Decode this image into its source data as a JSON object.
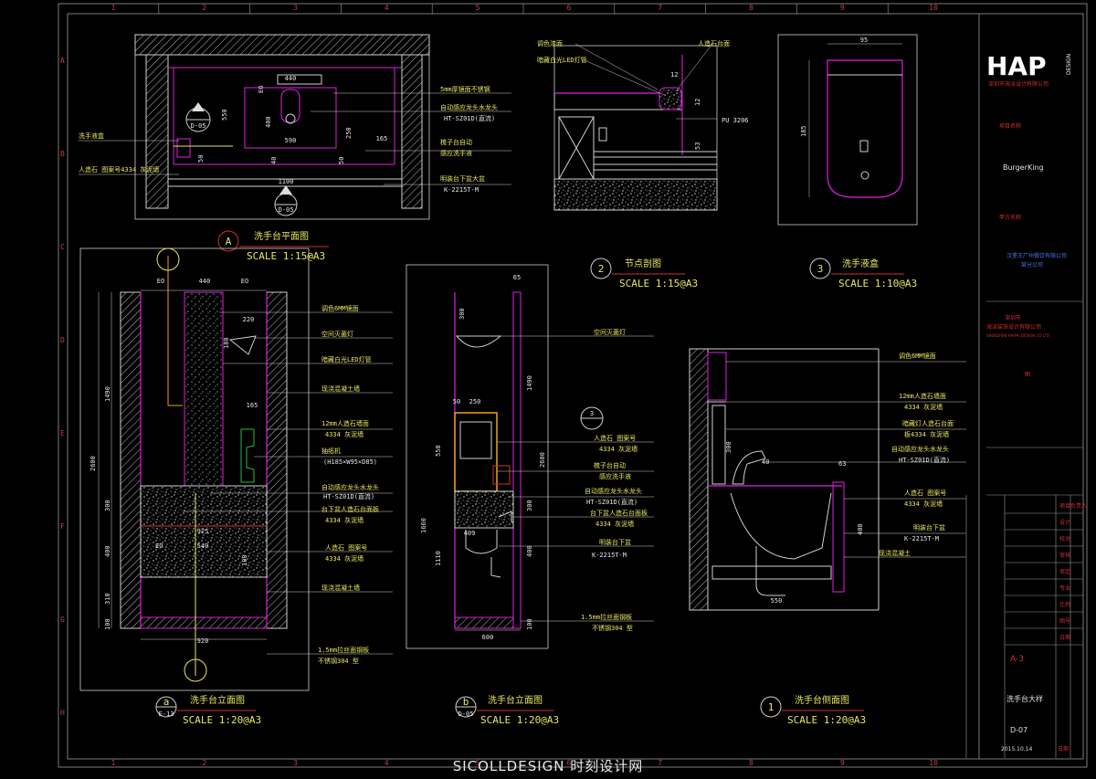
{
  "grid": {
    "columns": [
      "1",
      "2",
      "3",
      "4",
      "5",
      "6",
      "7",
      "8",
      "9",
      "10"
    ],
    "rows": [
      "A",
      "B",
      "C",
      "D",
      "E",
      "F",
      "G",
      "H"
    ]
  },
  "views": {
    "plan": {
      "title": "洗手台平面图",
      "scale": "SCALE 1:15@A3",
      "marker": "A"
    },
    "section": {
      "title": "节点剖图",
      "scale": "SCALE 1:15@A3",
      "marker": "2"
    },
    "dispenser": {
      "title": "洗手液盒",
      "scale": "SCALE 1:10@A3",
      "marker": "3"
    },
    "elev_a": {
      "title": "洗手台立面图",
      "scale": "SCALE 1:20@A3",
      "marker": "a",
      "sub": "E-13"
    },
    "elev_b": {
      "title": "洗手台立面图",
      "scale": "SCALE 1:20@A3",
      "marker": "b",
      "sub": "D-05"
    },
    "side": {
      "title": "洗手台侧面图",
      "scale": "SCALE 1:20@A3",
      "marker": "1"
    }
  },
  "plan_labels": {
    "callout_top": "D-05",
    "callout_bottom": "D-05",
    "l1": "洗手液盒",
    "l2": "人造石  图案号4334  灰泥墙",
    "r1": "5mm厚镜面不锈钢",
    "r2": "自动感应龙头水龙头",
    "r3": "HT-SZ01D(直流)",
    "r4": "梳子台自动",
    "r5": "感应洗手液",
    "r6": "明装台下盆大盆",
    "r7": "K-2215T-M",
    "d440": "440",
    "d550": "550",
    "d400": "400",
    "d590": "590",
    "d250": "250",
    "d165": "165",
    "d50": "50",
    "d1100": "1100",
    "d40": "40",
    "deo": "EO"
  },
  "section_labels": {
    "l1": "调色漆面",
    "l2": "暗藏白光LED灯管",
    "l3": "人造石台面",
    "pu": "PU 3206",
    "d12a": "12",
    "d12b": "12",
    "d53": "53"
  },
  "dispenser_labels": {
    "w": "95",
    "h": "185"
  },
  "elev_a_labels": {
    "d440": "440",
    "deo1": "EO",
    "deo2": "EO",
    "d220": "220",
    "d180": "180",
    "d165": "165",
    "d1490": "1490",
    "d2600": "2600",
    "d300": "300",
    "d400": "400",
    "d310": "310",
    "d100": "100",
    "d925": "925",
    "d540": "540",
    "d920": "920",
    "d100b": "100",
    "deo3": "EO",
    "r1": "调色6MM镜面",
    "r2": "空间灭菌灯",
    "r3": "暗藏白光LED灯管",
    "r4": "现浇混凝土墙",
    "r5": "12mm人造石墙面",
    "r6": "4334  灰泥墙",
    "r7": "抽纸机",
    "r8": "(H185×W95×D85)",
    "r9": "自动感应龙头水龙头",
    "r10": "HT-SZ01D(直流)",
    "r11": "台下盆人造石台面板",
    "r12": "4334  灰泥墙",
    "r13": "人造石  图案号",
    "r14": "4334  灰泥墙",
    "r15": "现浇混凝土墙",
    "r16": "1.5mm拉丝面钢板",
    "r17": "不锈钢304 型"
  },
  "elev_b_labels": {
    "d65": "65",
    "d300": "300",
    "d1490": "1490",
    "d2600": "2600",
    "d50": "50",
    "d250": "250",
    "d550": "550",
    "d1660": "1660",
    "d1110": "1110",
    "d400": "400",
    "d300b": "300",
    "d409": "409",
    "d600": "600",
    "d100": "100",
    "callout": "3",
    "r1": "空间灭菌灯",
    "r2": "人造石  图案号",
    "r3": "4334  灰泥墙",
    "r4": "梳子台自动",
    "r5": "感应洗手液",
    "r6": "自动感应龙头水龙头",
    "r7": "HT-SZ01D(直流)",
    "r8": "台下盆人造石台面板",
    "r9": "4334  灰泥墙",
    "r10": "明装台下盆",
    "r11": "K-2215T-M",
    "r12": "1.5mm拉丝面钢板",
    "r13": "不锈钢304 型"
  },
  "side_labels": {
    "r1": "调色6MM镜面",
    "r2": "12mm人造石墙面",
    "r3": "4334  灰泥墙",
    "r4": "暗藏灯人造石台面",
    "r5": "板4334  灰泥墙",
    "r6": "自动感应龙头水龙头",
    "r7": "HT-SZ01D(直流)",
    "r8": "人造石  图案号",
    "r9": "4334  灰泥墙",
    "r10": "明装台下盆",
    "r11": "K-2215T-M",
    "r12": "现浇混凝土",
    "d300": "300",
    "d40": "40",
    "d63": "63",
    "d400": "400",
    "d550": "550"
  },
  "title_block": {
    "logo": "HAP",
    "logo_sub": "DESIGN",
    "company": "深圳市海派设计有限公司",
    "project_label": "项目名称",
    "project": "BurgerKing",
    "client_label": "甲方名称",
    "client_name": "汉堡王广州餐饮有限公司",
    "client_sub": "某分公司",
    "design_label": "深圳市",
    "design_company": "海派装饰设计有限公司",
    "design_en": "SHENZHEN HAIPAI DESIGN CO LTD",
    "stamp": "图",
    "sheet_size": "A-3",
    "drawing_name": "洗手台大样",
    "drawing_no": "D-07",
    "date": "2015.10.14",
    "rows": [
      "项目负责人",
      "设计",
      "校对",
      "审核",
      "审定",
      "专业",
      "比例",
      "图号",
      "日期"
    ],
    "date_label": "日期"
  },
  "watermark": "SICOLLDESIGN 时刻设计网",
  "colors": {
    "magenta": "#e020e0",
    "yellow": "#e8e860",
    "red": "#d03030",
    "white": "#e6e6e6",
    "blue": "#4a78e0",
    "orange": "#f0a020"
  }
}
